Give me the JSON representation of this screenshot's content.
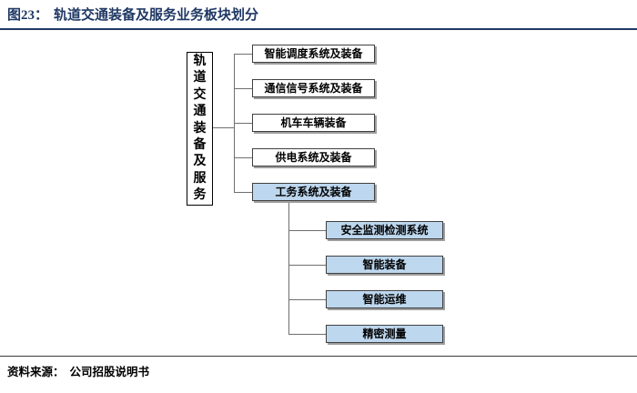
{
  "figure": {
    "label": "图23：",
    "title": "轨道交通装备及服务业务板块划分"
  },
  "diagram": {
    "root": {
      "label": "轨道交通装备及服务"
    },
    "level1": [
      {
        "label": "智能调度系统及装备",
        "highlight": false
      },
      {
        "label": "通信信号系统及装备",
        "highlight": false
      },
      {
        "label": "机车车辆装备",
        "highlight": false
      },
      {
        "label": "供电系统及装备",
        "highlight": false
      },
      {
        "label": "工务系统及装备",
        "highlight": true
      }
    ],
    "level2": [
      {
        "label": "安全监测检测系统"
      },
      {
        "label": "智能装备"
      },
      {
        "label": "智能运维"
      },
      {
        "label": "精密测量"
      }
    ]
  },
  "source": {
    "label": "资料来源：",
    "text": "公司招股说明书"
  },
  "colors": {
    "title_navy": "#1f3864",
    "highlight_fill": "#bdd7ee",
    "box_border": "#404040",
    "connector": "#6f6f6f"
  }
}
